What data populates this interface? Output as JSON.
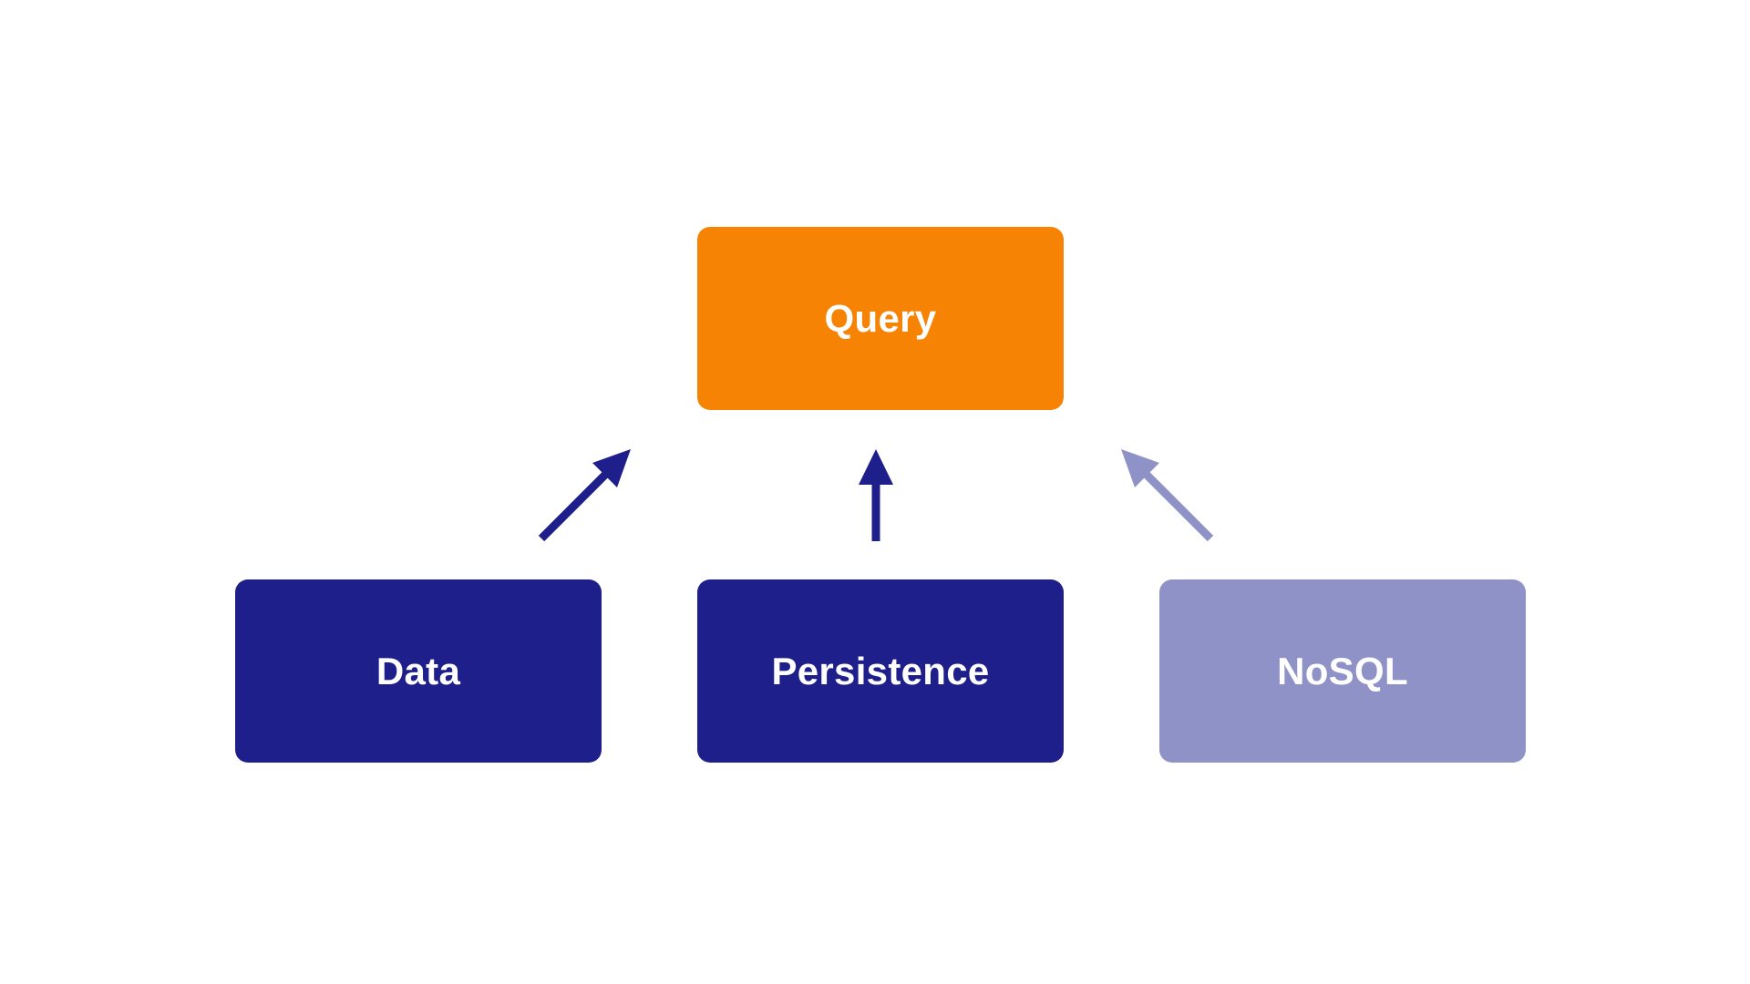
{
  "diagram": {
    "nodes": {
      "query": {
        "label": "Query",
        "color": "#F78304"
      },
      "data": {
        "label": "Data",
        "color": "#1E1F8A"
      },
      "persistence": {
        "label": "Persistence",
        "color": "#1E1F8A"
      },
      "nosql": {
        "label": "NoSQL",
        "color": "#8F92C7"
      }
    },
    "edges": [
      {
        "from": "data",
        "to": "query",
        "color": "#1E1F8A"
      },
      {
        "from": "persistence",
        "to": "query",
        "color": "#1E1F8A"
      },
      {
        "from": "nosql",
        "to": "query",
        "color": "#8F92C7"
      }
    ]
  }
}
